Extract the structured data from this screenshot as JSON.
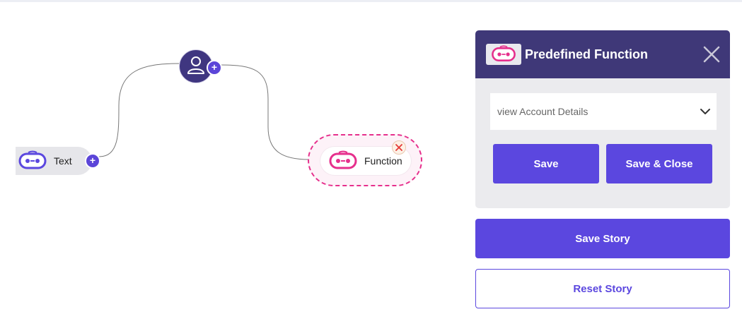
{
  "canvas": {
    "nodes": {
      "text_node": {
        "label": "Text",
        "icon": "chatbot-icon",
        "add_symbol": "+"
      },
      "user_node": {
        "icon": "user-icon",
        "add_symbol": "+"
      },
      "function_node": {
        "label": "Function",
        "icon": "chatbot-icon",
        "remove_icon": "close-icon"
      }
    }
  },
  "panel": {
    "title": "Predefined Function",
    "logo_icon": "chatbot-icon",
    "close_icon": "close-icon",
    "select": {
      "value": "view Account Details",
      "icon": "chevron-down-icon"
    },
    "save_label": "Save",
    "save_close_label": "Save & Close"
  },
  "actions": {
    "save_story_label": "Save Story",
    "reset_story_label": "Reset Story"
  },
  "colors": {
    "accent": "#5b47df",
    "header": "#3f3878",
    "function_pink": "#e62f8c",
    "user_node": "#3f3680"
  }
}
